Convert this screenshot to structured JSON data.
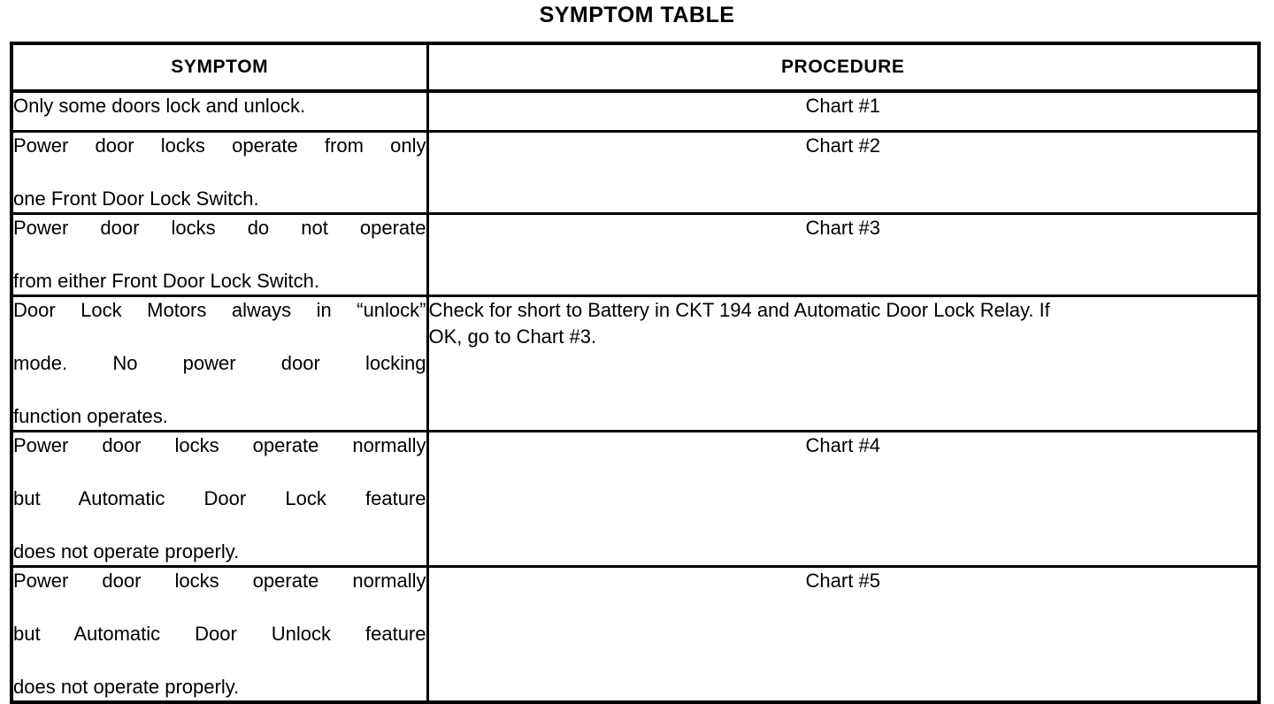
{
  "document": {
    "title": "SYMPTOM TABLE"
  },
  "table": {
    "headers": {
      "symptom": "SYMPTOM",
      "procedure": "PROCEDURE"
    },
    "rows": [
      {
        "symptom_lines": [
          "Only some doors lock and unlock."
        ],
        "symptom_text": "Only some doors lock and unlock.",
        "procedure_lines": [
          "Chart #1"
        ],
        "procedure_text": "Chart #1",
        "procedure_style": "centered"
      },
      {
        "symptom_lines": [
          "Power door locks operate from only",
          "one Front Door Lock Switch."
        ],
        "symptom_text": "Power door locks operate from only one Front Door Lock Switch.",
        "procedure_lines": [
          "Chart #2"
        ],
        "procedure_text": "Chart #2",
        "procedure_style": "centered"
      },
      {
        "symptom_lines": [
          "Power door locks do not operate",
          "from either Front Door Lock Switch."
        ],
        "symptom_text": "Power door locks do not operate from either Front Door Lock Switch.",
        "procedure_lines": [
          "Chart #3"
        ],
        "procedure_text": "Chart #3",
        "procedure_style": "centered"
      },
      {
        "symptom_lines": [
          "Door Lock Motors always in “unlock”",
          "mode. No power door locking",
          "function operates."
        ],
        "symptom_text": "Door Lock Motors always in “unlock” mode. No power door locking function operates.",
        "procedure_lines": [
          "Check for short to Battery in CKT 194 and Automatic Door Lock Relay. If",
          "OK, go to Chart #3."
        ],
        "procedure_text": "Check for short to Battery in CKT 194 and Automatic Door Lock Relay. If OK, go to Chart #3.",
        "procedure_style": "body-text"
      },
      {
        "symptom_lines": [
          "Power door locks operate normally",
          "but Automatic Door Lock feature",
          "does not operate properly."
        ],
        "symptom_text": "Power door locks operate normally but Automatic Door Lock feature does not operate properly.",
        "procedure_lines": [
          "Chart #4"
        ],
        "procedure_text": "Chart #4",
        "procedure_style": "centered"
      },
      {
        "symptom_lines": [
          "Power door locks operate normally",
          "but Automatic Door Unlock feature",
          "does not operate properly."
        ],
        "symptom_text": "Power door locks operate normally but Automatic Door Unlock feature does not operate properly.",
        "procedure_lines": [
          "Chart #5"
        ],
        "procedure_text": "Chart #5",
        "procedure_style": "centered"
      }
    ]
  },
  "colors": {
    "ink": "#000000",
    "paper": "#ffffff"
  }
}
